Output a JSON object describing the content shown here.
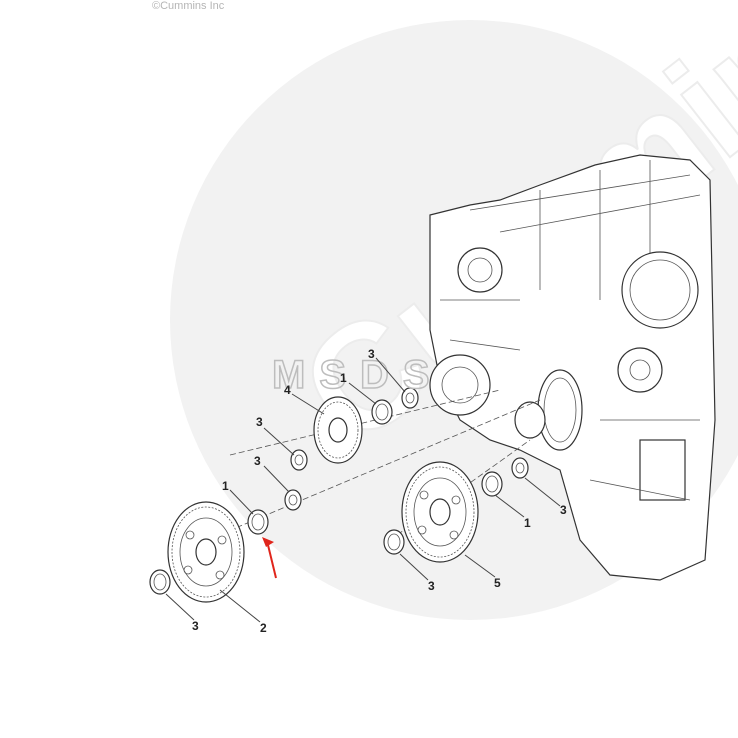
{
  "figure": {
    "copyright": "©Cummins Inc",
    "watermark_brand": "Cummins",
    "watermark_overlay": "MSDS",
    "colors": {
      "watermark": "#e9e9e9",
      "arrow": "#e0251b",
      "ink": "#333333"
    }
  },
  "callouts": {
    "c1_top": "1",
    "c3_top": "3",
    "c4": "4",
    "c3_mid": "3",
    "c3_low": "3",
    "c1_low": "1",
    "c3_bottom_left": "3",
    "c2": "2",
    "c1_right": "1",
    "c3_right": "3",
    "c3_bottom_center": "3",
    "c5": "5"
  }
}
